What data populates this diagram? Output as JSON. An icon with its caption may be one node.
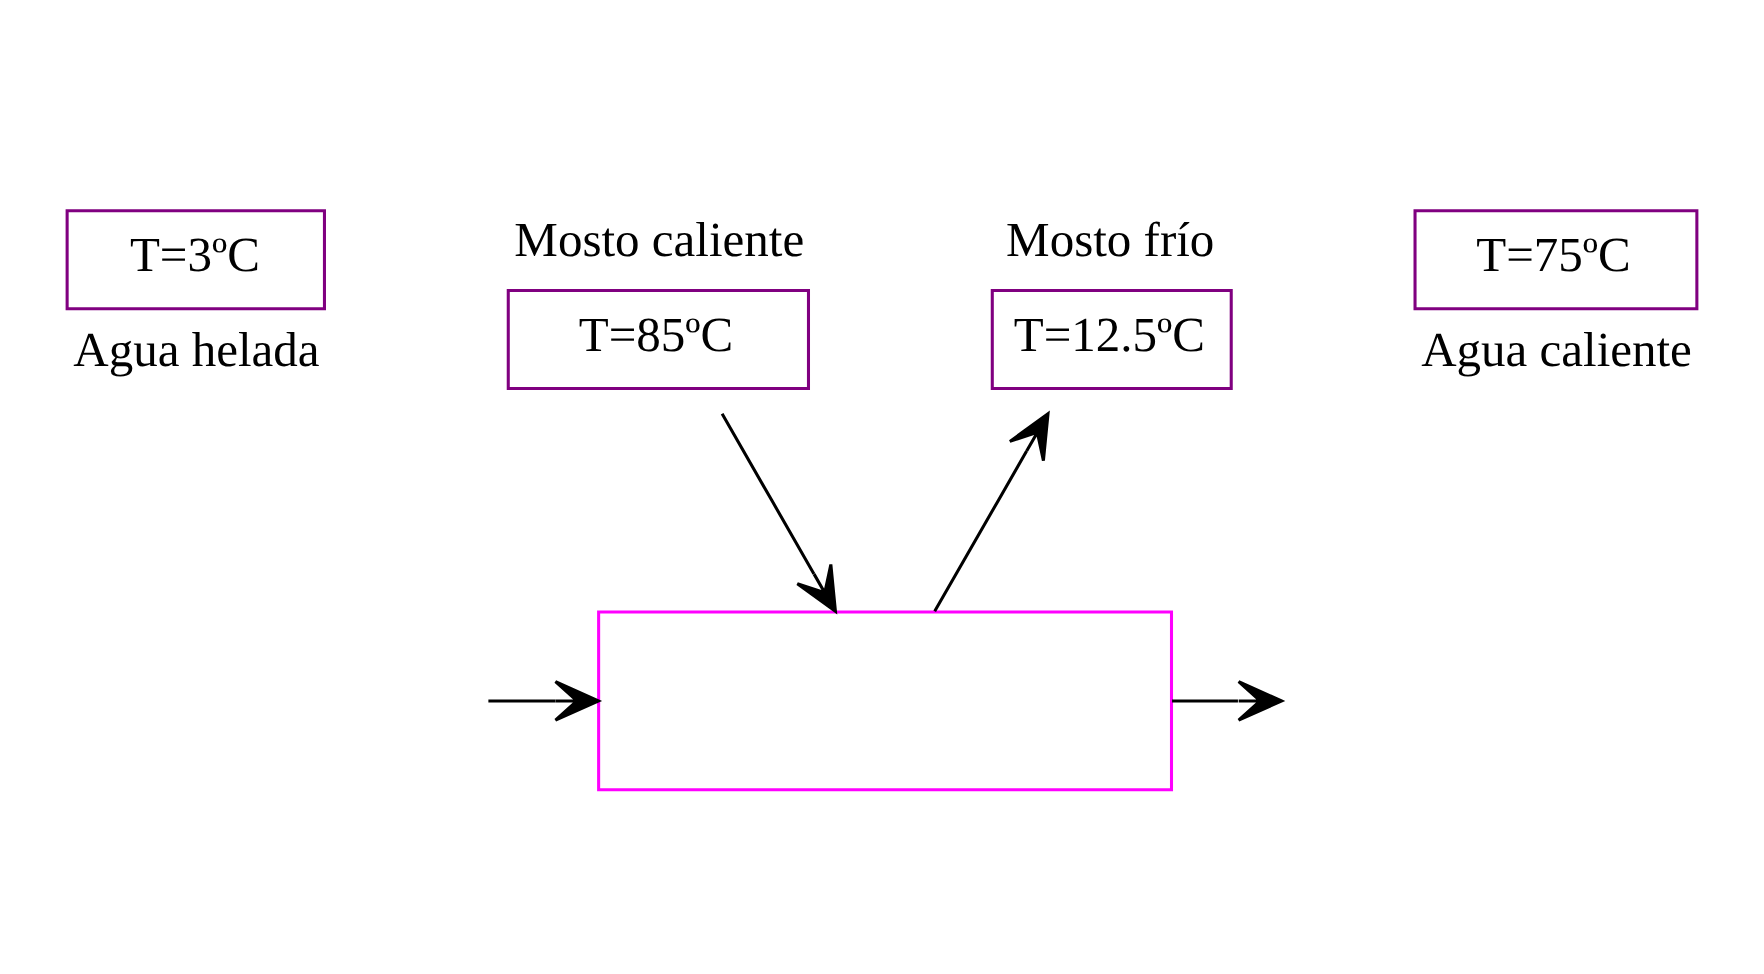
{
  "diagram": {
    "nodes": [
      {
        "text": [
          "T=3ºC"
        ],
        "beside": [
          "Agua helada"
        ]
      },
      {
        "text": [
          "T=85ºC"
        ],
        "beside": [
          "Mosto caliente"
        ]
      },
      {
        "text": [
          "T=12.5ºC"
        ],
        "beside": [
          "Mosto frío"
        ]
      },
      {
        "text": [
          "T=75ºC"
        ],
        "beside": [
          "Agua caliente"
        ]
      },
      {
        "text": [],
        "shape": "box"
      }
    ],
    "edges": [
      {
        "from": null,
        "to": 4,
        "arrow": "to"
      },
      {
        "from": 1,
        "to": 4,
        "arrow": "to"
      },
      {
        "from": 4,
        "to": 2,
        "arrow": "to"
      },
      {
        "from": 4,
        "to": null,
        "arrow": "to"
      }
    ]
  }
}
